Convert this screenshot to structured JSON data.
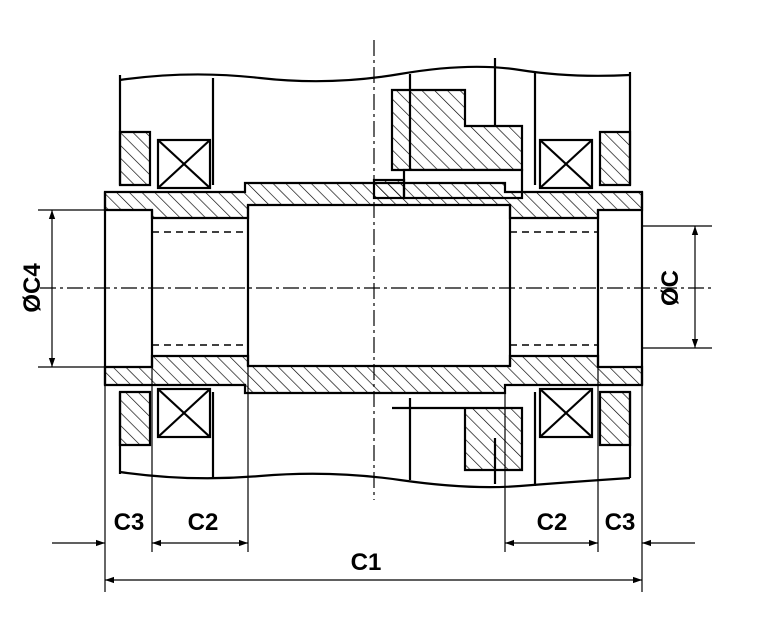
{
  "drawing": {
    "labels": {
      "c": "ØC",
      "c1": "C1",
      "c2_left": "C2",
      "c2_right": "C2",
      "c3_left": "C3",
      "c3_right": "C3",
      "c4": "ØC4"
    }
  },
  "colors": {
    "line": "#000000",
    "background": "#ffffff"
  }
}
